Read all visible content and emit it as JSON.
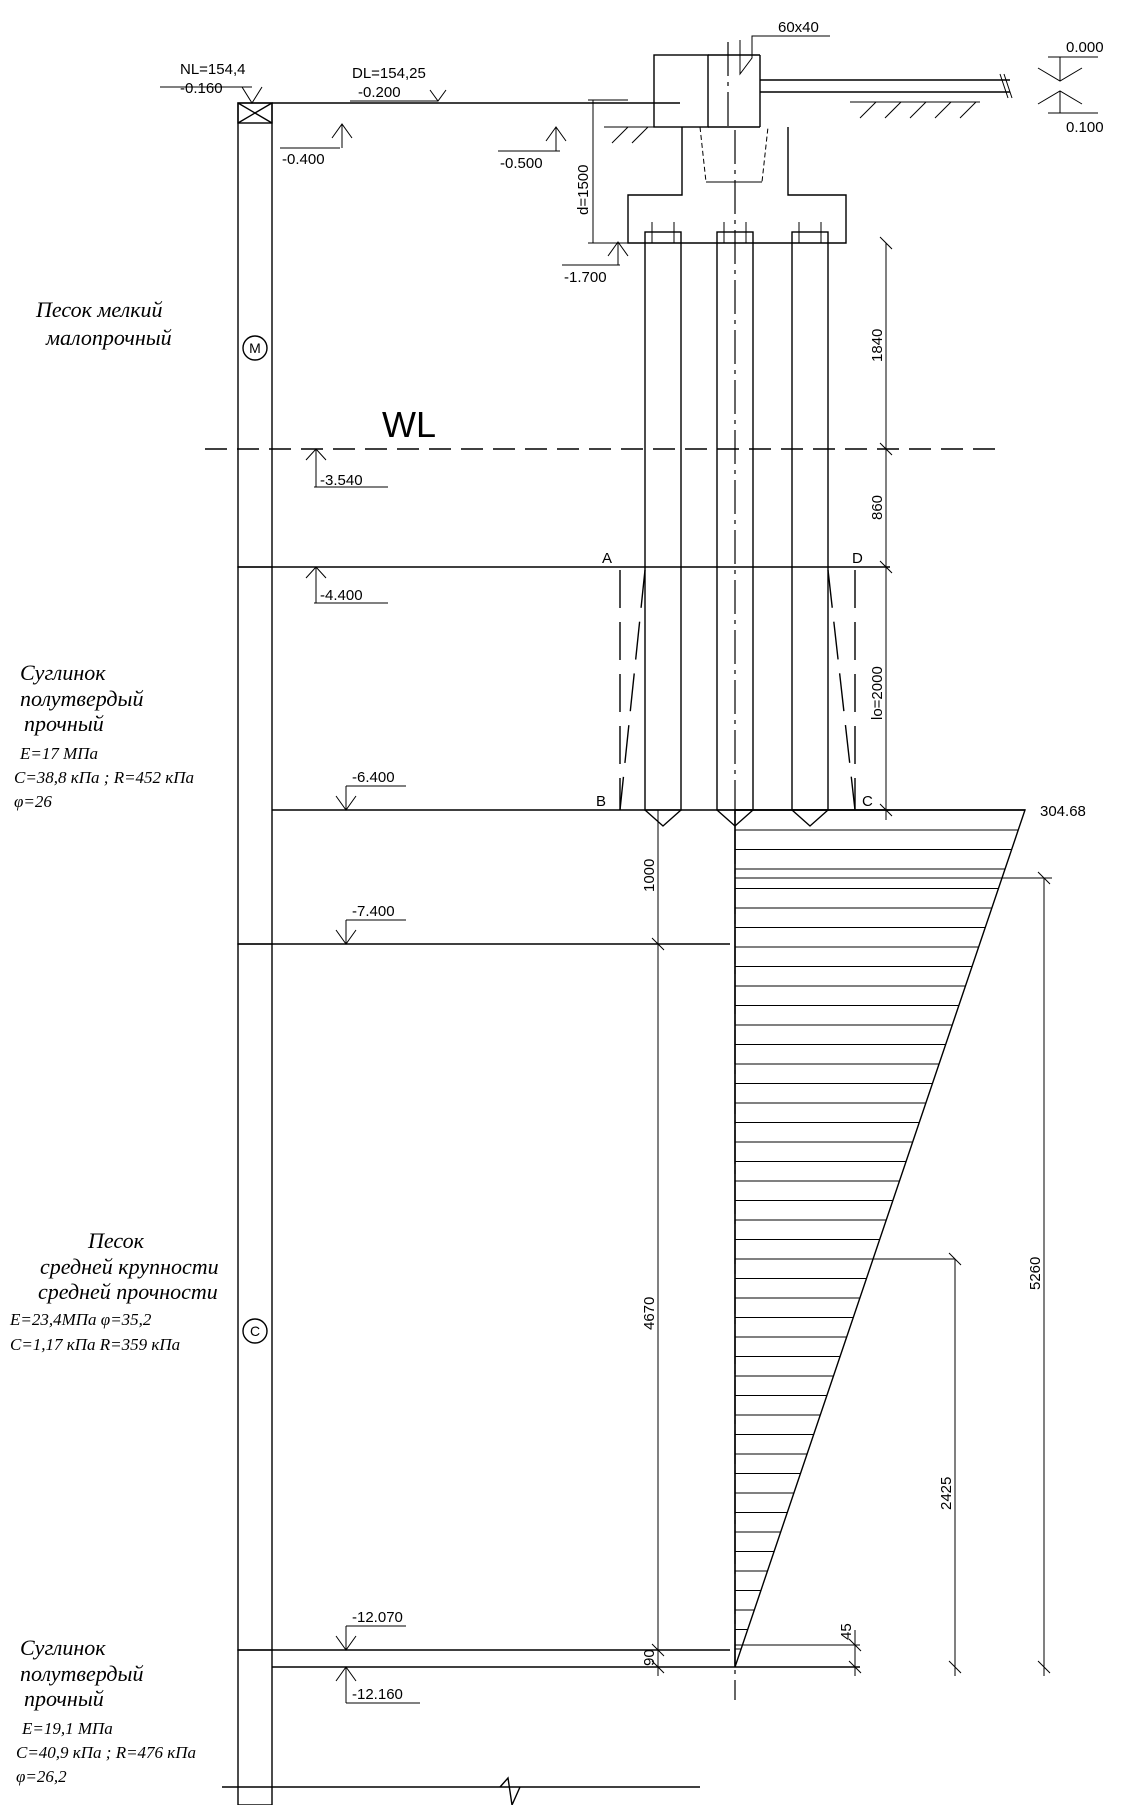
{
  "elevations": {
    "nl": "NL=154,4",
    "nl_mark": "-0.160",
    "dl": "DL=154,25",
    "dl_mark": "-0.200",
    "m0400": "-0.400",
    "m0500": "-0.500",
    "m1700": "-1.700",
    "m3540": "-3.540",
    "m4400": "-4.400",
    "m6400": "-6.400",
    "m7400": "-7.400",
    "m12070": "-12.070",
    "m12160": "-12.160",
    "top_000": "0.000",
    "top_100": "0.100"
  },
  "dimensions": {
    "beam": "60x40",
    "d": "d=1500",
    "d1840": "1840",
    "d860": "860",
    "lo": "lo=2000",
    "d1000": "1000",
    "d4670": "4670",
    "d90": "90",
    "d5260": "5260",
    "d2425": "2425",
    "d45": "45",
    "stress_top": "304.68"
  },
  "points": {
    "a": "A",
    "b": "B",
    "c": "C",
    "d": "D"
  },
  "water_level": "WL",
  "layers": {
    "layer1": {
      "line1": "Песок мелкий",
      "line2": "малопрочный",
      "code": "М"
    },
    "layer2": {
      "line1": "Суглинок",
      "line2": "полутвердый",
      "line3": "прочный",
      "p1": "E=17 МПа",
      "p2": "C=38,8 кПа ; R=452 кПа",
      "p3": "φ=26"
    },
    "layer3": {
      "line1": "Песок",
      "line2": "средней крупности",
      "line3": "средней прочности",
      "p1": "E=23,4МПа   φ=35,2",
      "p2": "C=1,17 кПа    R=359  кПа",
      "code": "С"
    },
    "layer4": {
      "line1": "Суглинок",
      "line2": "полутвердый",
      "line3": "прочный",
      "p1": "E=19,1 МПа",
      "p2": "C=40,9 кПа ; R=476 кПа",
      "p3": "φ=26,2"
    }
  }
}
